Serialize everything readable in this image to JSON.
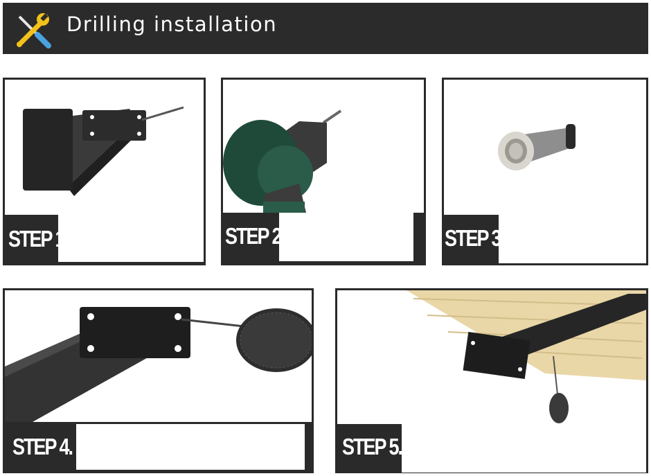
{
  "header": {
    "title": "Drilling installation",
    "icon": "tools-icon"
  },
  "steps": [
    {
      "label": "STEP 1.",
      "image": "bracket-with-screw-image"
    },
    {
      "label": "STEP 2.",
      "image": "power-drill-image"
    },
    {
      "label": "STEP 3.",
      "image": "wall-anchor-image"
    },
    {
      "label": "STEP 4.",
      "image": "screwing-bracket-image"
    },
    {
      "label": "STEP 5.",
      "image": "installed-bracket-image"
    }
  ],
  "colors": {
    "header_bg": "#2b2b2b",
    "panel_bg": "#2a2a2a",
    "accent_yellow": "#f2c21a",
    "accent_blue": "#4aa3e0"
  }
}
